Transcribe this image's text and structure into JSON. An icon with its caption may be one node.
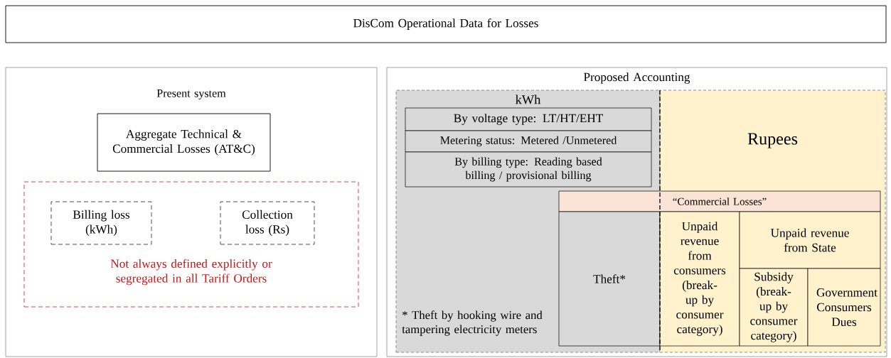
{
  "diagram": {
    "nodes": [
      {
        "text": [
          "DisCom Operational Data for Losses"
        ]
      },
      {
        "text": [
          "Present system"
        ]
      },
      {
        "text": [
          "Aggregate Technical & Commercial Losses (AT&C)"
        ],
        "in": 1
      },
      {
        "text": [
          "Not always defined explicitly or segregated in all Tariff Orders"
        ],
        "in": 1
      },
      {
        "text": [
          "Billing loss (kWh)"
        ],
        "in": 3
      },
      {
        "text": [
          "Collection  loss (Rs)"
        ],
        "in": 3
      },
      {
        "text": [
          "Proposed  Accounting"
        ]
      },
      {
        "text": [
          "kWh",
          "* Theft by hooking wire and tampering electricity meters"
        ],
        "in": 6
      },
      {
        "text": [
          "By voltage type: LT/HT/EHT"
        ],
        "in": 7
      },
      {
        "text": [
          "Metering status: Metered /Unmetered"
        ],
        "in": 7
      },
      {
        "text": [
          "By billing type: Reading based billing / provisional billing"
        ],
        "in": 7
      },
      {
        "text": [
          "Rupees"
        ],
        "in": 6
      },
      {
        "text": [
          "“Commercial Losses”"
        ],
        "in": 6
      },
      {
        "text": [
          "Theft*"
        ],
        "in": 7
      },
      {
        "text": [
          "Unpaid revenue from consumers (break-up by consumer category)"
        ],
        "in": 11
      },
      {
        "text": [
          "Unpaid revenue from State"
        ],
        "in": 11
      },
      {
        "text": [
          "Subsidy (break-up by consumer category)"
        ],
        "in": 11
      },
      {
        "text": [
          "Government Consumers Dues"
        ],
        "in": 11
      }
    ]
  }
}
